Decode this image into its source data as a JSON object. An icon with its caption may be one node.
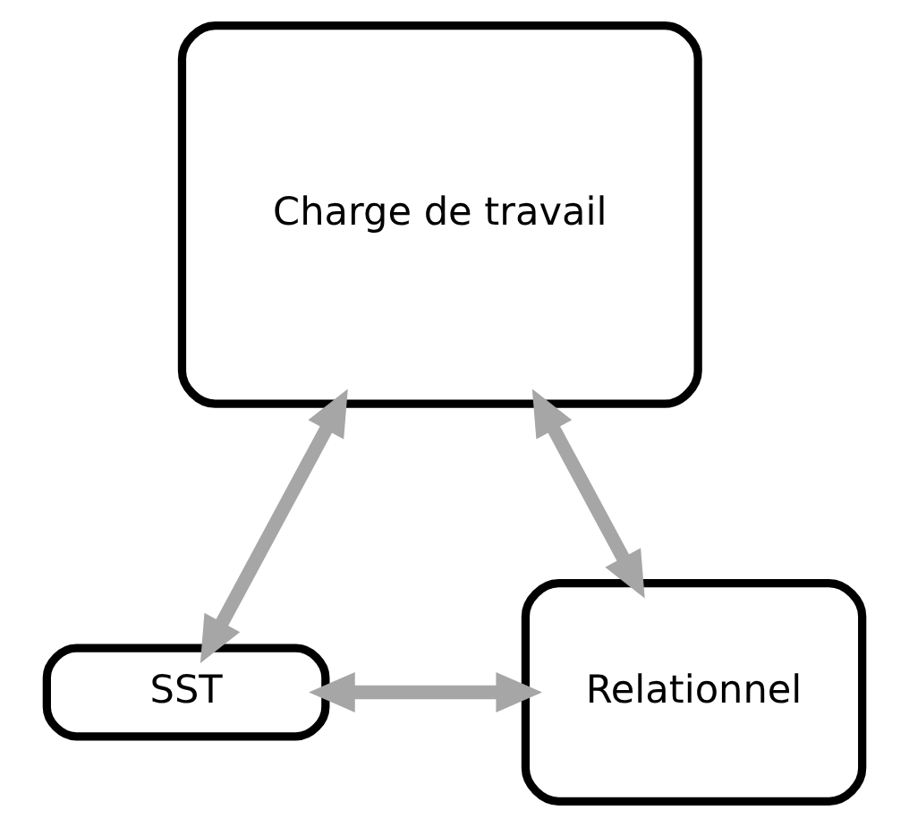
{
  "diagram": {
    "nodes": [
      {
        "text": [
          "Charge de travail"
        ]
      },
      {
        "text": [
          "SST"
        ]
      },
      {
        "text": [
          "Relationnel"
        ]
      }
    ],
    "edges": [
      {
        "from": 1,
        "to": 0,
        "arrow": "both"
      },
      {
        "from": 0,
        "to": 2,
        "arrow": "both"
      },
      {
        "from": 1,
        "to": 2,
        "arrow": "both"
      }
    ]
  }
}
